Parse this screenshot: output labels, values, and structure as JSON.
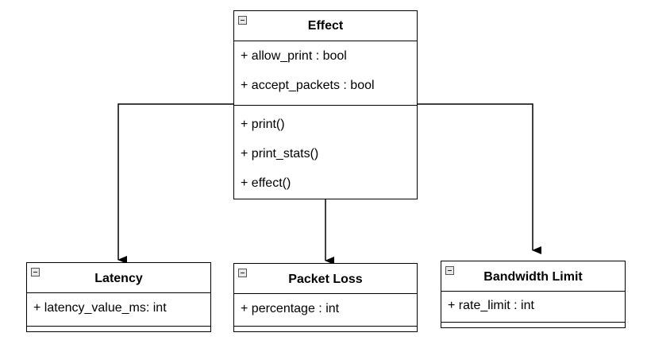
{
  "effect": {
    "name": "Effect",
    "attributes": [
      "+ allow_print : bool",
      "+ accept_packets : bool"
    ],
    "methods": [
      "+ print()",
      "+ print_stats()",
      "+ effect()"
    ]
  },
  "latency": {
    "name": "Latency",
    "attributes": [
      "+ latency_value_ms: int"
    ]
  },
  "packet_loss": {
    "name": "Packet Loss",
    "attributes": [
      "+ percentage : int"
    ]
  },
  "bandwidth_limit": {
    "name": "Bandwidth Limit",
    "attributes": [
      "+ rate_limit : int"
    ]
  }
}
